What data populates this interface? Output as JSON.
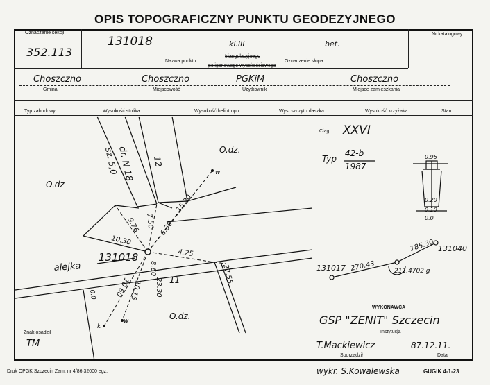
{
  "title": "OPIS TOPOGRAFICZNY PUNKTU GEODEZYJNEGO",
  "header": {
    "section_label": "Oznaczenie sekcji",
    "section_value": "352.113",
    "point_number": "131018",
    "klass": "kl.III",
    "beton": "bet.",
    "name_label": "Nazwa punktu",
    "trig_label": "triangulacyjnego",
    "poly_label": "poligonowego wysokościowego",
    "pillar_label": "Oznaczenie słupa",
    "catalog_label": "Nr katalogowy"
  },
  "location": {
    "gmina_label": "Gmina",
    "gmina_value": "Choszczno",
    "miejscowosc_label": "Miejscowość",
    "miejscowosc_value": "Choszczno",
    "uzytkownik_label": "Użytkownik",
    "uzytkownik_value": "PGKiM",
    "zamieszkanie_label": "Miejsce zamieszkania",
    "zamieszkanie_value": "Choszczno"
  },
  "row3": [
    "Typ zabudowy",
    "Wysokość stolika",
    "Wysokość heliotropu",
    "Wys. szczytu daszka",
    "Wysokość krzyżaka",
    "Stan"
  ],
  "sketch": {
    "road_label_1": "dr. N 18",
    "road_label_2": "sz. 5,0",
    "num_12": "12",
    "odz_1": "O.dz.",
    "odz_2": "O.dz",
    "odz_3": "O.dz.",
    "m_976": "9.76",
    "m_750": "7.50",
    "m_630": "6.30",
    "m_1520": "15.20",
    "m_1030": "10.30",
    "m_425": "4.25",
    "point": "131018",
    "alejka": "alejka",
    "m_860": "8.60",
    "m_2330": "23.30",
    "m_1015": "10.15",
    "m_1060": "10.60",
    "m_2755": "27.55",
    "num_11": "11",
    "m_00": "0.0",
    "w1": "w",
    "w2": "w",
    "k": "k"
  },
  "right": {
    "ciag_label": "Ciąg",
    "ciag_value": "XXVI",
    "typ_label": "Typ",
    "typ_value": "42-b",
    "year": "1987",
    "d095": "0.95",
    "d020": "0.20",
    "d010": "0.10",
    "d00": "0.0",
    "p_left": "131017",
    "p_right": "131040",
    "m_27043": "270.43",
    "m_18530": "185.30",
    "angle": "211.4702 g"
  },
  "bottom": {
    "znak_label": "Znak osadził",
    "znak_value": "TM",
    "wykonawca_label": "WYKONAWCA",
    "wykonawca_value": "GSP \"ZENIT\" Szczecin",
    "instytucja_label": "Instytucja",
    "sporzadzil_value": "T.Mackiewicz",
    "sporzadzil_label": "Sporządził",
    "data_value": "87.12.11.",
    "data_label": "Data"
  },
  "footer": {
    "print": "Druk OPGK Szczecin Zam. nr 4/86   32000 egz.",
    "wykr": "wykr. S.Kowalewska",
    "code": "GUGiK 4-1-23"
  }
}
